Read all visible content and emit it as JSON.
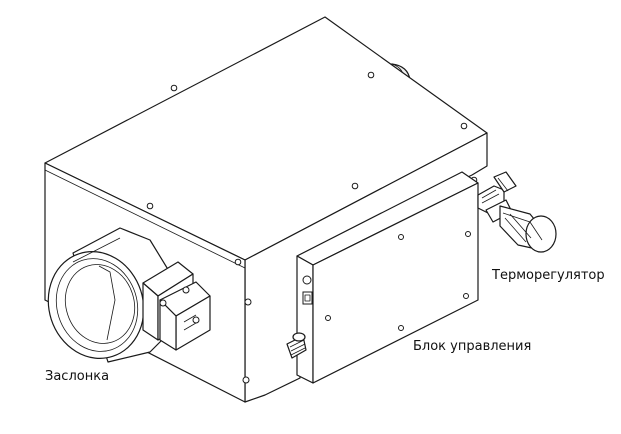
{
  "labels": {
    "thermoregulator": "Терморегулятор",
    "control_unit": "Блок управления",
    "damper": "Заслонка"
  },
  "colors": {
    "line": "#1a1a1a",
    "background": "#ffffff"
  }
}
